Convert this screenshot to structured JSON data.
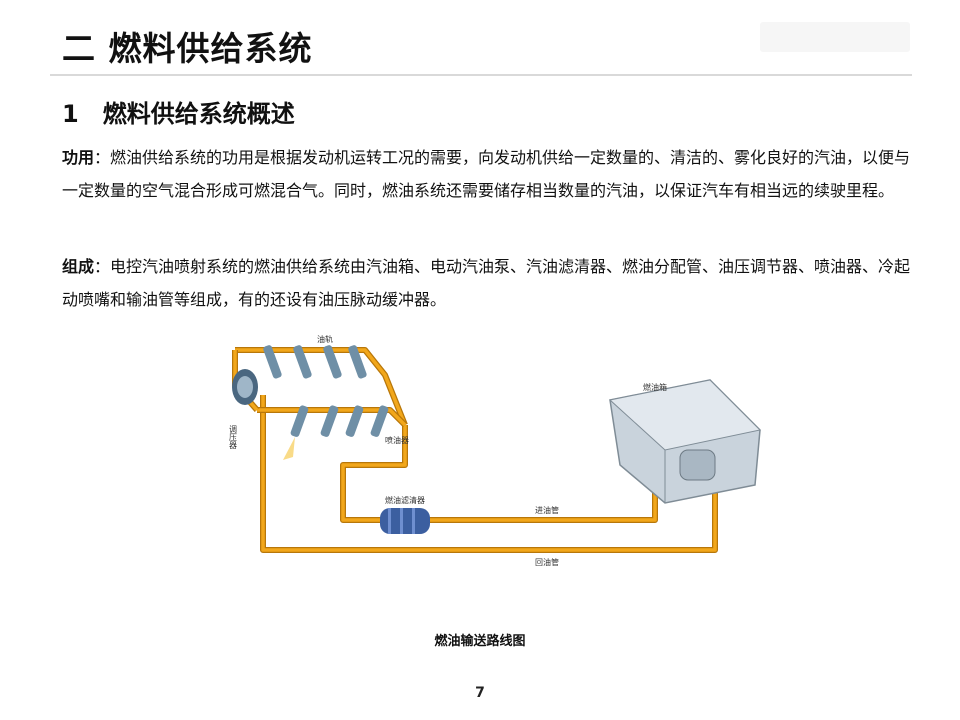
{
  "slide": {
    "title": "二 燃料供给系统",
    "subtitle": "1　燃料供给系统概述",
    "function_label": "功用",
    "function_text": "：燃油供给系统的功用是根据发动机运转工况的需要，向发动机供给一定数量的、清洁的、雾化良好的汽油，以便与一定数量的空气混合形成可燃混合气。同时，燃油系统还需要储存相当数量的汽油，以保证汽车有相当远的续驶里程。",
    "composition_label": "组成",
    "composition_text": "：电控汽油喷射系统的燃油供给系统由汽油箱、电动汽油泵、汽油滤清器、燃油分配管、油压调节器、喷油器、冷起动喷嘴和输油管等组成，有的还设有油压脉动缓冲器。",
    "caption": "燃油输送路线图",
    "page_number": "7"
  },
  "diagram": {
    "labels": {
      "rail": "油轨",
      "injector": "喷油器",
      "regulator": "调压器",
      "filter": "燃油滤清器",
      "supply_line": "进油管",
      "return_line": "回油管",
      "tank": "燃油箱"
    },
    "colors": {
      "fuel_line": "#f2a71b",
      "fuel_line_dark": "#b8770a",
      "injector_body": "#6f8fa6",
      "filter_body": "#3c5fa0",
      "tank_body": "#c9d3dc"
    }
  }
}
